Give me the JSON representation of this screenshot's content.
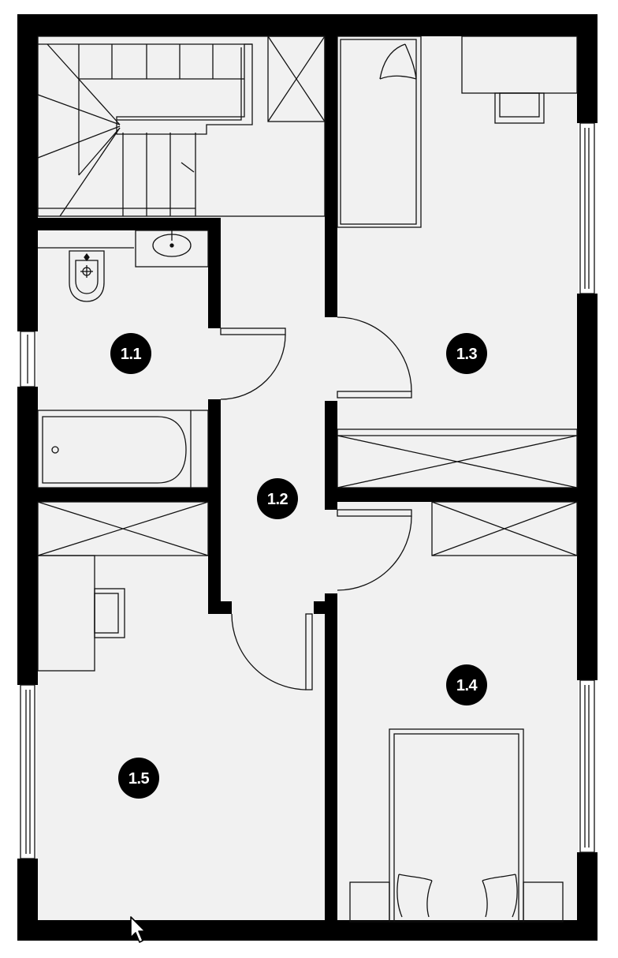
{
  "plan": {
    "colors": {
      "wall": "#000000",
      "floor": "#f1f1f1",
      "line": "#111111",
      "badge": "#000000",
      "badge_text": "#ffffff"
    },
    "rooms": [
      {
        "id": "1.1",
        "label": "1.1"
      },
      {
        "id": "1.2",
        "label": "1.2"
      },
      {
        "id": "1.3",
        "label": "1.3"
      },
      {
        "id": "1.4",
        "label": "1.4"
      },
      {
        "id": "1.5",
        "label": "1.5"
      }
    ],
    "icons": [
      "staircase-icon",
      "toilet-icon",
      "sink-icon",
      "bathtub-icon",
      "bed-icon",
      "desk-icon",
      "chair-icon",
      "wardrobe-icon",
      "window-icon",
      "door-icon",
      "cursor-icon"
    ]
  }
}
